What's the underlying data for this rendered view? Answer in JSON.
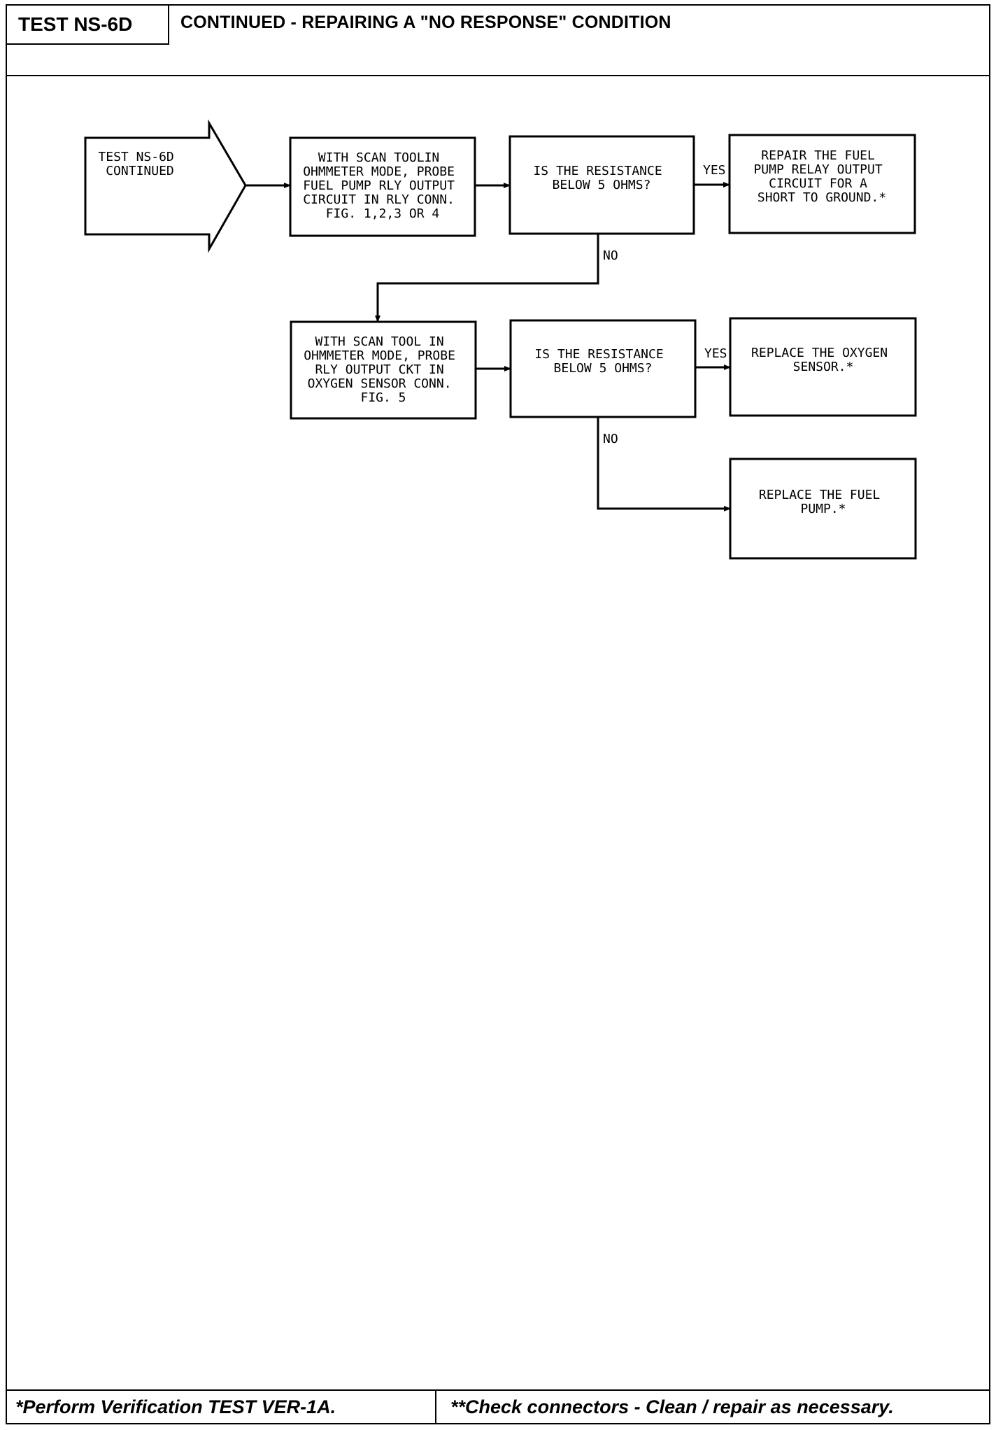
{
  "header": {
    "test_id": "TEST NS-6D",
    "title": "CONTINUED - REPAIRING A \"NO RESPONSE\" CONDITION"
  },
  "flowchart": {
    "start": [
      "TEST NS-6D",
      "CONTINUED"
    ],
    "step1": [
      "WITH SCAN TOOLIN",
      "OHMMETER MODE, PROBE",
      "FUEL PUMP RLY OUTPUT",
      "CIRCUIT IN RLY CONN.",
      "FIG. 1,2,3 OR 4"
    ],
    "decision1": [
      "IS THE RESISTANCE",
      "BELOW 5 OHMS?"
    ],
    "result1": [
      "REPAIR THE FUEL",
      "PUMP RELAY OUTPUT",
      "CIRCUIT FOR A",
      "SHORT TO GROUND.*"
    ],
    "step2": [
      "WITH SCAN TOOL IN",
      "OHMMETER MODE, PROBE",
      "RLY OUTPUT CKT IN",
      "OXYGEN SENSOR CONN.",
      "FIG. 5"
    ],
    "decision2": [
      "IS THE RESISTANCE",
      "BELOW 5 OHMS?"
    ],
    "result2": [
      "REPLACE THE OXYGEN",
      "SENSOR.*"
    ],
    "result3": [
      "REPLACE THE FUEL",
      "PUMP.*"
    ],
    "yes_label": "YES",
    "no_label": "NO"
  },
  "footer": {
    "left": "*Perform Verification TEST VER-1A.",
    "right": "**Check connectors - Clean / repair as necessary."
  }
}
